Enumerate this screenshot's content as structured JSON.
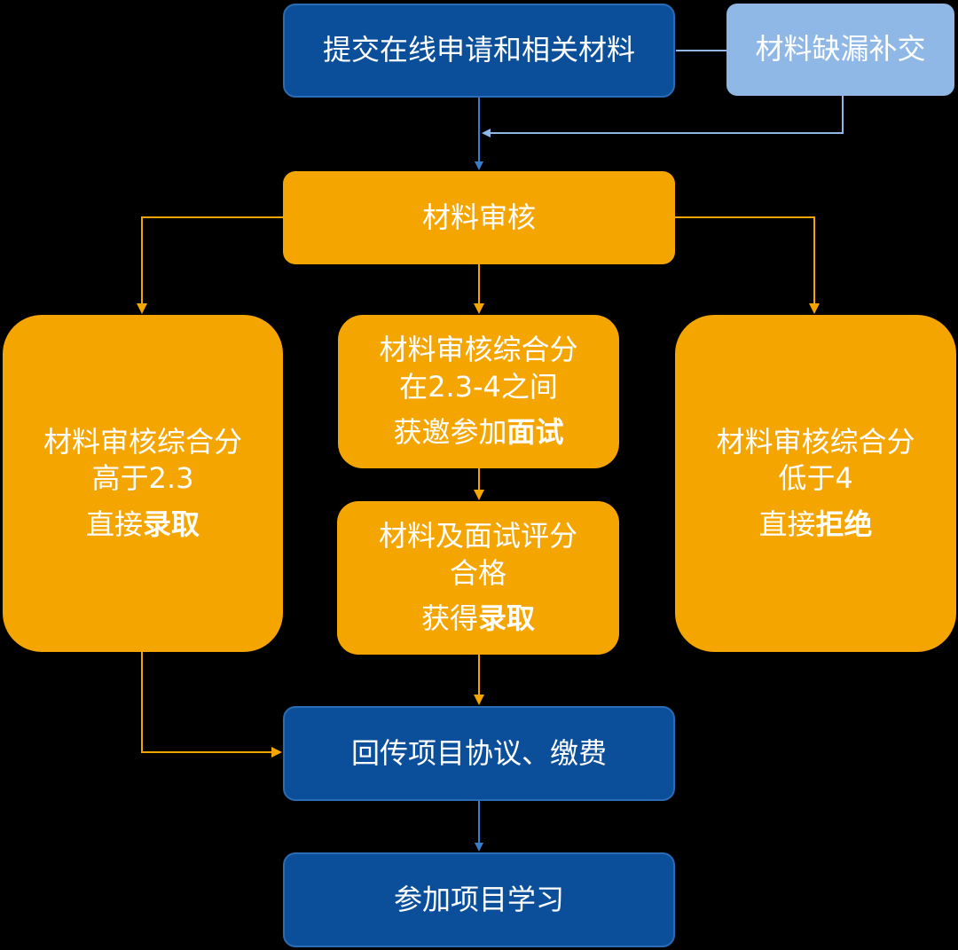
{
  "nodes": {
    "submit": "提交在线申请和相关材料",
    "supplement": "材料缺漏补交",
    "review": "材料审核",
    "left": {
      "line1": "材料审核综合分",
      "line2": "高于2.3",
      "action_prefix": "直接",
      "action_bold": "录取"
    },
    "middle": {
      "line1": "材料审核综合分",
      "line2": "在2.3-4之间",
      "action_prefix": "获邀参加",
      "action_bold": "面试"
    },
    "right": {
      "line1": "材料审核综合分",
      "line2": "低于4",
      "action_prefix": "直接",
      "action_bold": "拒绝"
    },
    "interview": {
      "line1": "材料及面试评分",
      "line2": "合格",
      "action_prefix": "获得",
      "action_bold": "录取"
    },
    "agreement": "回传项目协议、缴费",
    "study": "参加项目学习"
  },
  "colors": {
    "dark_blue": "#0b4f9a",
    "light_blue": "#8fb8e6",
    "orange": "#f5a500",
    "background": "#000000"
  }
}
